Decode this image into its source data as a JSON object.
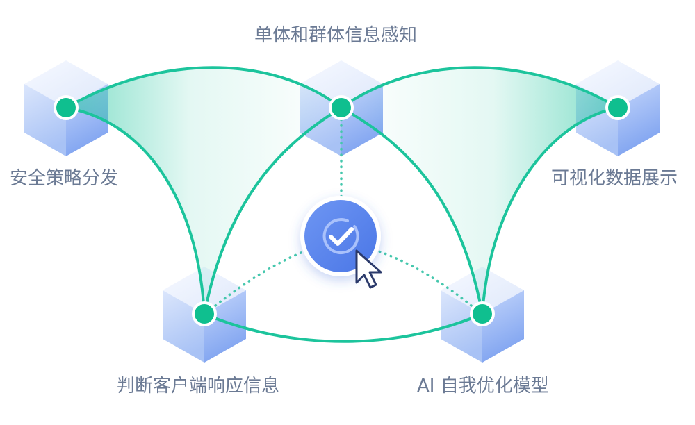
{
  "labels": {
    "top_center": "单体和群体信息感知",
    "left": "安全策略分发",
    "right": "可视化数据展示",
    "bottom_left": "判断客户端响应信息",
    "bottom_right": "AI 自我优化模型"
  },
  "colors": {
    "curve": "#1cc49c",
    "node_fill": "#0fbf8f",
    "node_stroke": "#ffffff",
    "dotted_link": "#45c7ad",
    "cube_light": "#eef3fd",
    "cube_mid": "#cddcf9",
    "cube_dark": "#8fb0f1",
    "hub_fill": "#5b86ee",
    "label": "#6b7a94"
  },
  "icons": {
    "hub": "check-circle-icon",
    "pointer": "mouse-cursor-icon"
  }
}
